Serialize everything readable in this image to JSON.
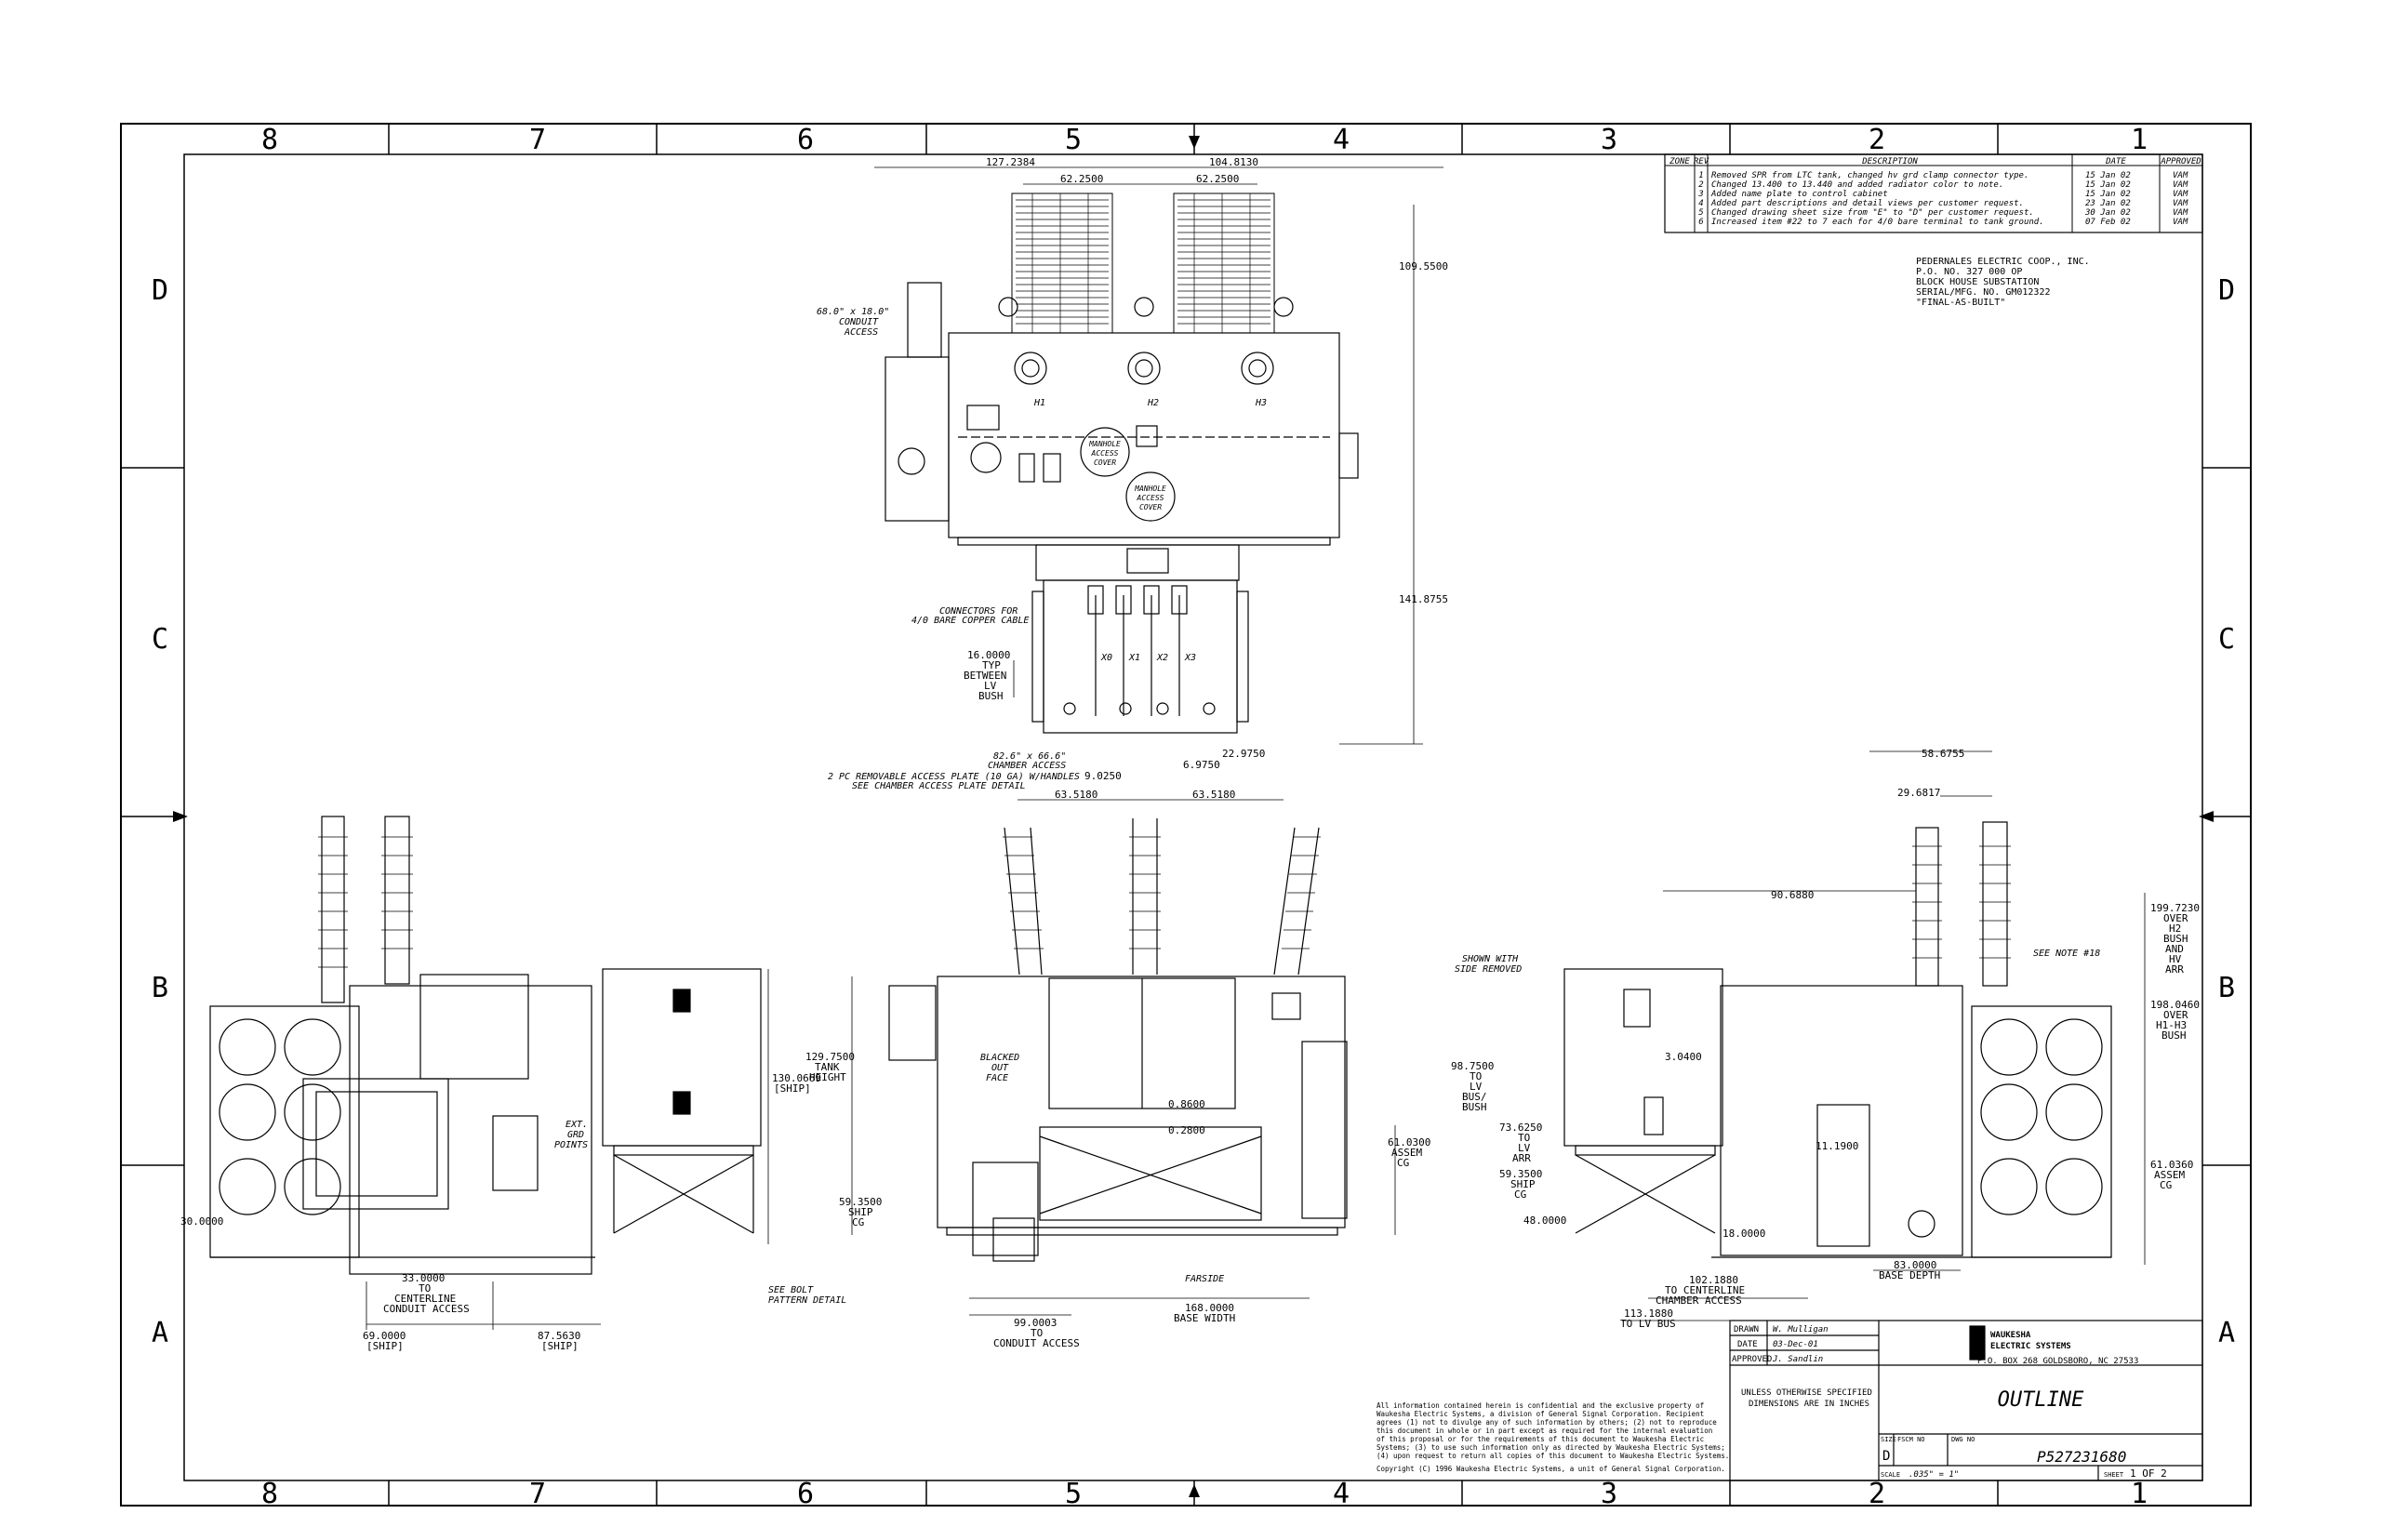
{
  "zones": {
    "cols": [
      "8",
      "7",
      "6",
      "5",
      "4",
      "3",
      "2",
      "1"
    ],
    "rows": [
      "D",
      "C",
      "B",
      "A"
    ]
  },
  "revisions": {
    "headers": {
      "zone": "ZONE",
      "rev": "REV",
      "description": "DESCRIPTION",
      "date": "DATE",
      "approved": "APPROVED"
    },
    "rows": [
      {
        "rev": "1",
        "description": "Removed SPR from LTC tank, changed hv grd clamp connector type.",
        "date": "15 Jan 02",
        "approved": "VAM"
      },
      {
        "rev": "2",
        "description": "Changed 13.400 to 13.440 and added radiator color to note.",
        "date": "15 Jan 02",
        "approved": "VAM"
      },
      {
        "rev": "3",
        "description": "Added name plate to control cabinet",
        "date": "15 Jan 02",
        "approved": "VAM"
      },
      {
        "rev": "4",
        "description": "Added part descriptions and detail views per customer request.",
        "date": "23 Jan 02",
        "approved": "VAM"
      },
      {
        "rev": "5",
        "description": "Changed drawing sheet size from \"E\" to \"D\" per customer request.",
        "date": "30 Jan 02",
        "approved": "VAM"
      },
      {
        "rev": "6",
        "description": "Increased item #22 to 7 each for 4/0 bare terminal to tank ground.",
        "date": "07 Feb 02",
        "approved": "VAM"
      }
    ]
  },
  "customer": {
    "lines": [
      "PEDERNALES ELECTRIC COOP., INC.",
      "P.O. NO. 327 000 OP",
      "BLOCK HOUSE SUBSTATION",
      "SERIAL/MFG. NO. GM012322",
      "\"FINAL-AS-BUILT\""
    ]
  },
  "top_view": {
    "dims": {
      "d1": "127.2384",
      "d2": "104.8130",
      "d3": "62.2500",
      "d4": "62.2500",
      "d5": "109.5500",
      "d6": "141.8755",
      "d7": "16.0000",
      "d7b": "TYP",
      "d7c": "BETWEEN",
      "d7d": "LV",
      "d7e": "BUSH",
      "d8": "9.0250",
      "d9": "6.9750",
      "d10": "22.9750"
    },
    "labels": {
      "conduit1": "68.0\" x 18.0\"",
      "conduit2": "CONDUIT",
      "conduit3": "ACCESS",
      "h1": "H1",
      "h2": "H2",
      "h3": "H3",
      "manhole1a": "MANHOLE",
      "manhole1b": "ACCESS",
      "manhole1c": "COVER",
      "manhole2a": "MANHOLE",
      "manhole2b": "ACCESS",
      "manhole2c": "COVER",
      "conn1": "CONNECTORS FOR",
      "conn2": "4/0 BARE COPPER CABLE",
      "x0": "X0",
      "x1": "X1",
      "x2": "X2",
      "x3": "X3",
      "chamber1": "82.6\" x 66.6\"",
      "chamber2": "CHAMBER ACCESS",
      "plate1": "2 PC REMOVABLE ACCESS PLATE (10 GA) W/HANDLES",
      "plate2": "SEE CHAMBER ACCESS PLATE DETAIL"
    }
  },
  "left_view": {
    "dims": {
      "ship_h": "130.0669",
      "ship_h2": "[SHIP]",
      "d_left": "30.0000",
      "w1": "33.0000",
      "w1b": "TO",
      "w1c": "CENTERLINE",
      "w1d": "CONDUIT ACCESS",
      "w2": "69.0000",
      "w2b": "[SHIP]",
      "w3": "87.5630",
      "w3b": "[SHIP]"
    },
    "labels": {
      "ext1": "EXT.",
      "ext2": "GRD",
      "ext3": "POINTS",
      "bolt1": "SEE BOLT",
      "bolt2": "PATTERN DETAIL"
    }
  },
  "front_view": {
    "dims": {
      "w1": "63.5180",
      "w2": "63.5180",
      "tank1": "129.7500",
      "tank2": "TANK",
      "tank3": "HEIGHT",
      "cg1": "59.3500",
      "cg2": "SHIP",
      "cg3": "CG",
      "cg4": "61.0300",
      "cg5": "ASSEM",
      "cg6": "CG",
      "v1": "0.8600",
      "v2": "0.2800",
      "cond1": "99.0003",
      "cond2": "TO",
      "cond3": "CONDUIT ACCESS",
      "base1": "168.0000",
      "base2": "BASE WIDTH"
    },
    "labels": {
      "blk1": "BLACKED",
      "blk2": "OUT",
      "blk3": "FACE",
      "farside": "FARSIDE"
    }
  },
  "right_view": {
    "dims": {
      "d1": "58.6755",
      "d2": "29.6817",
      "d3": "90.6880",
      "hv1": "199.7230",
      "hv2": "OVER",
      "hv3": "H2",
      "hv4": "BUSH",
      "hv5": "AND",
      "hv6": "HV",
      "hv7": "ARR",
      "hb1": "198.0460",
      "hb2": "OVER",
      "hb3": "H1-H3",
      "hb4": "BUSH",
      "lv1": "98.7500",
      "lv2": "TO",
      "lv3": "LV",
      "lv4": "BUS/",
      "lv5": "BUSH",
      "la1": "73.6250",
      "la2": "TO",
      "la3": "LV",
      "la4": "ARR",
      "cg1": "59.3500",
      "cg2": "SHIP",
      "cg3": "CG",
      "d48": "48.0000",
      "d18": "18.0000",
      "d19": "11.1900",
      "d20": "3.0400",
      "ac1": "61.0360",
      "ac2": "ASSEM",
      "ac3": "CG",
      "cc1": "102.1880",
      "cc2": "TO CENTERLINE",
      "cc3": "CHAMBER ACCESS",
      "lvb1": "113.1880",
      "lvb2": "TO LV BUS",
      "bd1": "83.0000",
      "bd2": "BASE DEPTH"
    },
    "labels": {
      "shown1": "SHOWN WITH",
      "shown2": "SIDE REMOVED",
      "seenote": "SEE NOTE #18"
    }
  },
  "title_block": {
    "drawn_label": "DRAWN",
    "drawn": "W. Mulligan",
    "date_label": "DATE",
    "date": "03-Dec-01",
    "approved_label": "APPROVED",
    "approved": "J. Sandlin",
    "company1": "WAUKESHA",
    "company2": "ELECTRIC SYSTEMS",
    "address": "P.O. BOX 268 GOLDSBORO, NC 27533",
    "unless1": "UNLESS OTHERWISE SPECIFIED",
    "unless2": "DIMENSIONS ARE IN INCHES",
    "title": "OUTLINE",
    "size_label": "SIZE",
    "size": "D",
    "fscm_label": "FSCM NO",
    "dwg_label": "DWG NO",
    "dwg_no": "P527231680",
    "scale_label": "SCALE",
    "scale": ".035\" = 1\"",
    "sheet_label": "SHEET",
    "sheet": "1 OF 2"
  },
  "confidential": [
    "All information contained herein is confidential and the exclusive property of",
    "Waukesha Electric Systems, a division of General Signal Corporation. Recipient",
    "agrees (1) not to divulge any of such information by others; (2) not to reproduce",
    "this document in whole or in part except as required for the internal evaluation",
    "of this proposal or for the requirements of this document to Waukesha Electric",
    "Systems; (3) to use such information only as directed by Waukesha Electric Systems;",
    "(4) upon request to return all copies of this document to Waukesha Electric Systems."
  ],
  "copyright": "Copyright (C) 1996 Waukesha Electric Systems, a unit of General Signal Corporation."
}
